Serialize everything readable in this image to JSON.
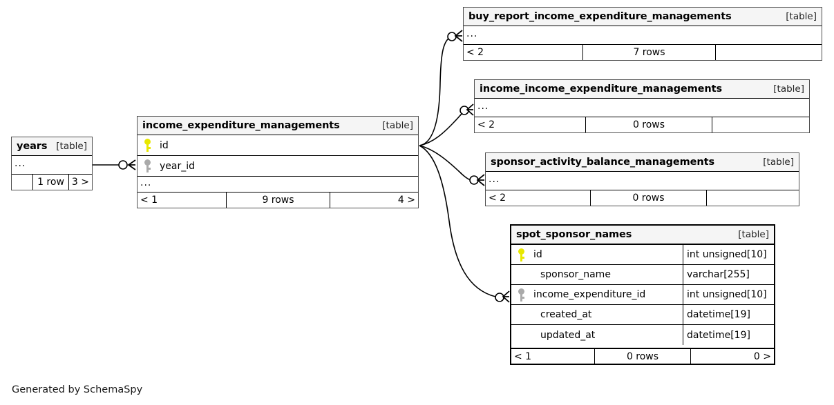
{
  "diagram": {
    "credit": "Generated by SchemaSpy",
    "table_tag": "[table]",
    "ellipsis": "...",
    "icons": {
      "primary_key": "key-icon-primary",
      "foreign_key": "key-icon-foreign",
      "relationship": "crowsfoot-connector-icon"
    },
    "colors": {
      "primary_key": "#e8e800",
      "foreign_key": "#aaaaaa",
      "header_bg": "#f5f5f5",
      "border": "#000000",
      "background": "#ffffff"
    }
  },
  "tables": [
    {
      "id": "years",
      "name": "years",
      "tag": "[table]",
      "focused": false,
      "columns": [
        {
          "name": "...",
          "type": "",
          "key": "none",
          "ellipsis": true
        }
      ],
      "footer": {
        "left": "",
        "center": "1 row",
        "right": "3 >"
      }
    },
    {
      "id": "income_expenditure_managements",
      "name": "income_expenditure_managements",
      "tag": "[table]",
      "focused": false,
      "columns": [
        {
          "name": "id",
          "type": "",
          "key": "primary",
          "ellipsis": false
        },
        {
          "name": "year_id",
          "type": "",
          "key": "foreign",
          "ellipsis": false
        },
        {
          "name": "...",
          "type": "",
          "key": "none",
          "ellipsis": true
        }
      ],
      "footer": {
        "left": "< 1",
        "center": "9 rows",
        "right": "4 >"
      }
    },
    {
      "id": "buy_report_income_expenditure_managements",
      "name": "buy_report_income_expenditure_managements",
      "tag": "[table]",
      "focused": false,
      "columns": [
        {
          "name": "...",
          "type": "",
          "key": "none",
          "ellipsis": true
        }
      ],
      "footer": {
        "left": "< 2",
        "center": "7 rows",
        "right": ""
      }
    },
    {
      "id": "income_income_expenditure_managements",
      "name": "income_income_expenditure_managements",
      "tag": "[table]",
      "focused": false,
      "columns": [
        {
          "name": "...",
          "type": "",
          "key": "none",
          "ellipsis": true
        }
      ],
      "footer": {
        "left": "< 2",
        "center": "0 rows",
        "right": ""
      }
    },
    {
      "id": "sponsor_activity_balance_managements",
      "name": "sponsor_activity_balance_managements",
      "tag": "[table]",
      "focused": false,
      "columns": [
        {
          "name": "...",
          "type": "",
          "key": "none",
          "ellipsis": true
        }
      ],
      "footer": {
        "left": "< 2",
        "center": "0 rows",
        "right": ""
      }
    },
    {
      "id": "spot_sponsor_names",
      "name": "spot_sponsor_names",
      "tag": "[table]",
      "focused": true,
      "columns": [
        {
          "name": "id",
          "type": "int unsigned[10]",
          "key": "primary",
          "ellipsis": false
        },
        {
          "name": "sponsor_name",
          "type": "varchar[255]",
          "key": "none",
          "ellipsis": false
        },
        {
          "name": "income_expenditure_id",
          "type": "int unsigned[10]",
          "key": "foreign",
          "ellipsis": false
        },
        {
          "name": "created_at",
          "type": "datetime[19]",
          "key": "none",
          "ellipsis": false
        },
        {
          "name": "updated_at",
          "type": "datetime[19]",
          "key": "none",
          "ellipsis": false
        }
      ],
      "footer": {
        "left": "< 1",
        "center": "0 rows",
        "right": "0 >"
      }
    }
  ],
  "relationships": [
    {
      "from": "years",
      "to": "income_expenditure_managements"
    },
    {
      "from": "income_expenditure_managements",
      "to": "buy_report_income_expenditure_managements"
    },
    {
      "from": "income_expenditure_managements",
      "to": "income_income_expenditure_managements"
    },
    {
      "from": "income_expenditure_managements",
      "to": "sponsor_activity_balance_managements"
    },
    {
      "from": "income_expenditure_managements",
      "to": "spot_sponsor_names"
    }
  ]
}
